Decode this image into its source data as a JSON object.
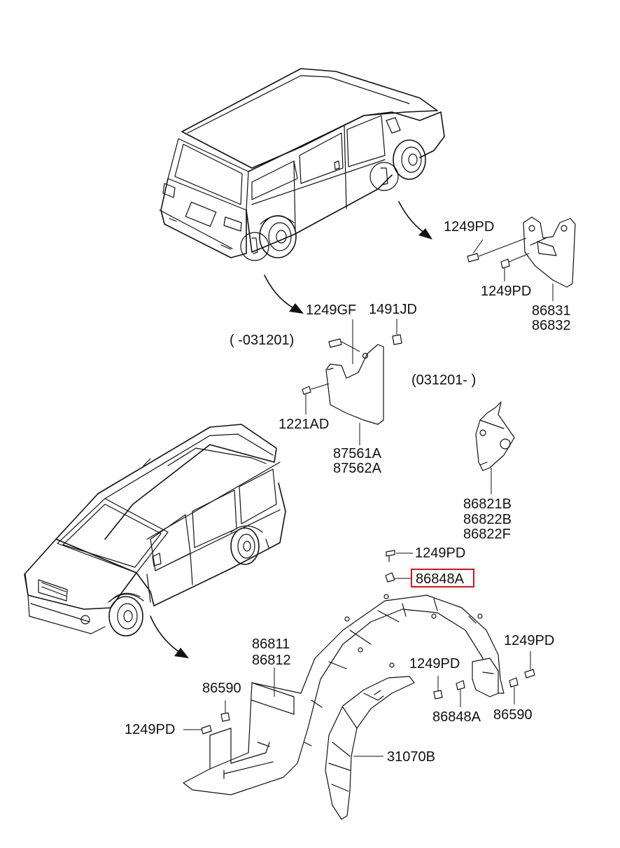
{
  "labels": {
    "l_1249pd_a": "1249PD",
    "l_1249pd_b": "1249PD",
    "l_86831": "86831",
    "l_86832": "86832",
    "l_1249gf": "1249GF",
    "l_1491jd": "1491JD",
    "l_range_old": "( -031201)",
    "l_range_new": "(031201- )",
    "l_1221ad": "1221AD",
    "l_87561a": "87561A",
    "l_87562a": "87562A",
    "l_86821b": "86821B",
    "l_86822b": "86822B",
    "l_86822f": "86822F",
    "l_1249pd_c": "1249PD",
    "l_86848a_hl": "86848A",
    "l_86811": "86811",
    "l_86812": "86812",
    "l_1249pd_d": "1249PD",
    "l_1249pd_e": "1249PD",
    "l_86590_a": "86590",
    "l_1249pd_f": "1249PD",
    "l_86848a_b": "86848A",
    "l_86590_b": "86590",
    "l_31070b": "31070B"
  },
  "highlight_color": "#e0101a"
}
